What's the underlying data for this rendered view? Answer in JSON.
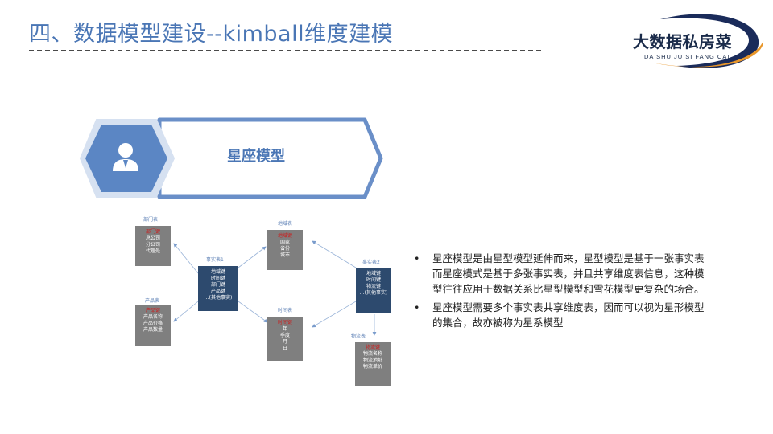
{
  "slide": {
    "title": "四、数据模型建设--kimball维度建模"
  },
  "logo": {
    "name": "大数据私房菜",
    "subtitle": "DA SHU JU SI FANG CAI",
    "colors": {
      "swoosh_dark": "#1a2b5a",
      "swoosh_orange": "#e8962a"
    }
  },
  "header": {
    "label": "星座模型",
    "icon": "user-icon",
    "colors": {
      "hexagon": "#5b86c4",
      "outline": "#6a8fc8"
    }
  },
  "diagram": {
    "department": {
      "label": "部门表",
      "header": "部门键",
      "lines": [
        "总公司",
        "分公司",
        "代理处"
      ]
    },
    "product": {
      "label": "产品表",
      "header": "产品键",
      "lines": [
        "产品名称",
        "产品价格",
        "产品数量"
      ]
    },
    "fact1": {
      "label": "事实表1",
      "lines": [
        "地域键",
        "时间键",
        "部门键",
        "产品键",
        "…(其他事实)"
      ]
    },
    "region": {
      "label": "地域表",
      "header": "地域键",
      "lines": [
        "国家",
        "省份",
        "城市"
      ]
    },
    "time": {
      "label": "时间表",
      "header": "时间键",
      "lines": [
        "年",
        "季度",
        "月",
        "日"
      ]
    },
    "fact2": {
      "label": "事实表2",
      "lines": [
        "地域键",
        "时间键",
        "物流键",
        "…(其他事实)"
      ]
    },
    "logistics": {
      "label": "物流表",
      "header": "物流键",
      "lines": [
        "物流名称",
        "物流地址",
        "物流单价"
      ]
    }
  },
  "bullets": [
    "星座模型是由星型模型延伸而来，星型模型是基于一张事实表而星座模式是基于多张事实表，并且共享维度表信息，这种模型往往应用于数据关系比星型模型和雪花模型更复杂的场合。",
    "星座模型需要多个事实表共享维度表，因而可以视为星形模型的集合，故亦被称为星系模型"
  ]
}
